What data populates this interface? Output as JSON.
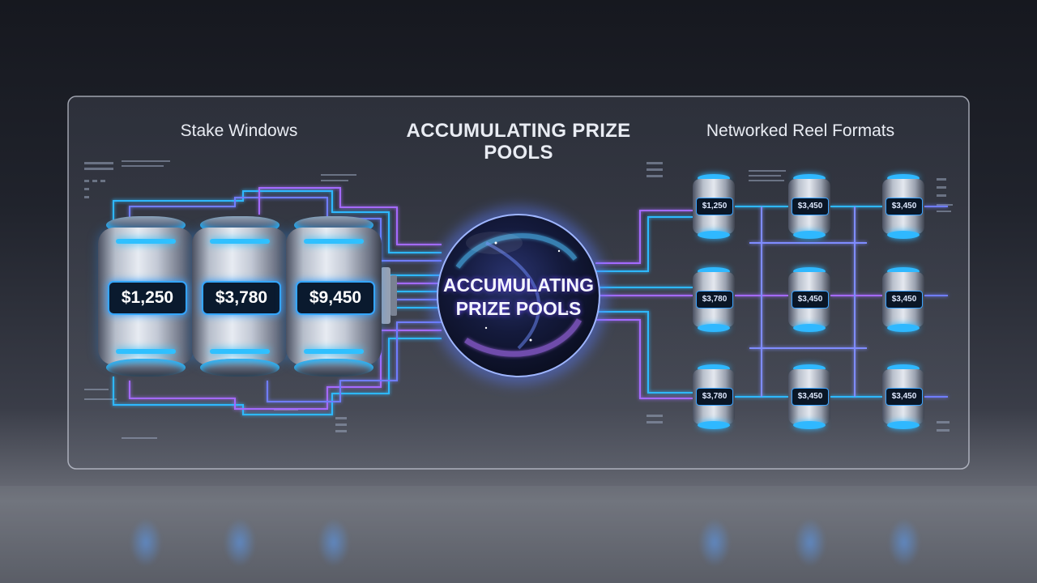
{
  "headings": {
    "left": "Stake Windows",
    "center": "ACCUMULATING PRIZE POOLS",
    "right": "Networked Reel Formats"
  },
  "orb_label": "ACCUMULATING PRIZE POOLS",
  "stake_reels": [
    {
      "value": "$1,250"
    },
    {
      "value": "$3,780"
    },
    {
      "value": "$9,450"
    }
  ],
  "network_reels": [
    {
      "value": "$1,250"
    },
    {
      "value": "$3,450"
    },
    {
      "value": "$3,450"
    },
    {
      "value": "$3,780"
    },
    {
      "value": "$3,450"
    },
    {
      "value": "$3,450"
    },
    {
      "value": "$3,780"
    },
    {
      "value": "$3,450"
    },
    {
      "value": "$3,450"
    }
  ],
  "colors": {
    "accent_blue": "#2fb8ff",
    "accent_purple": "#a46bff",
    "panel_border": "#c9ceda",
    "text": "#e9ecf3"
  }
}
